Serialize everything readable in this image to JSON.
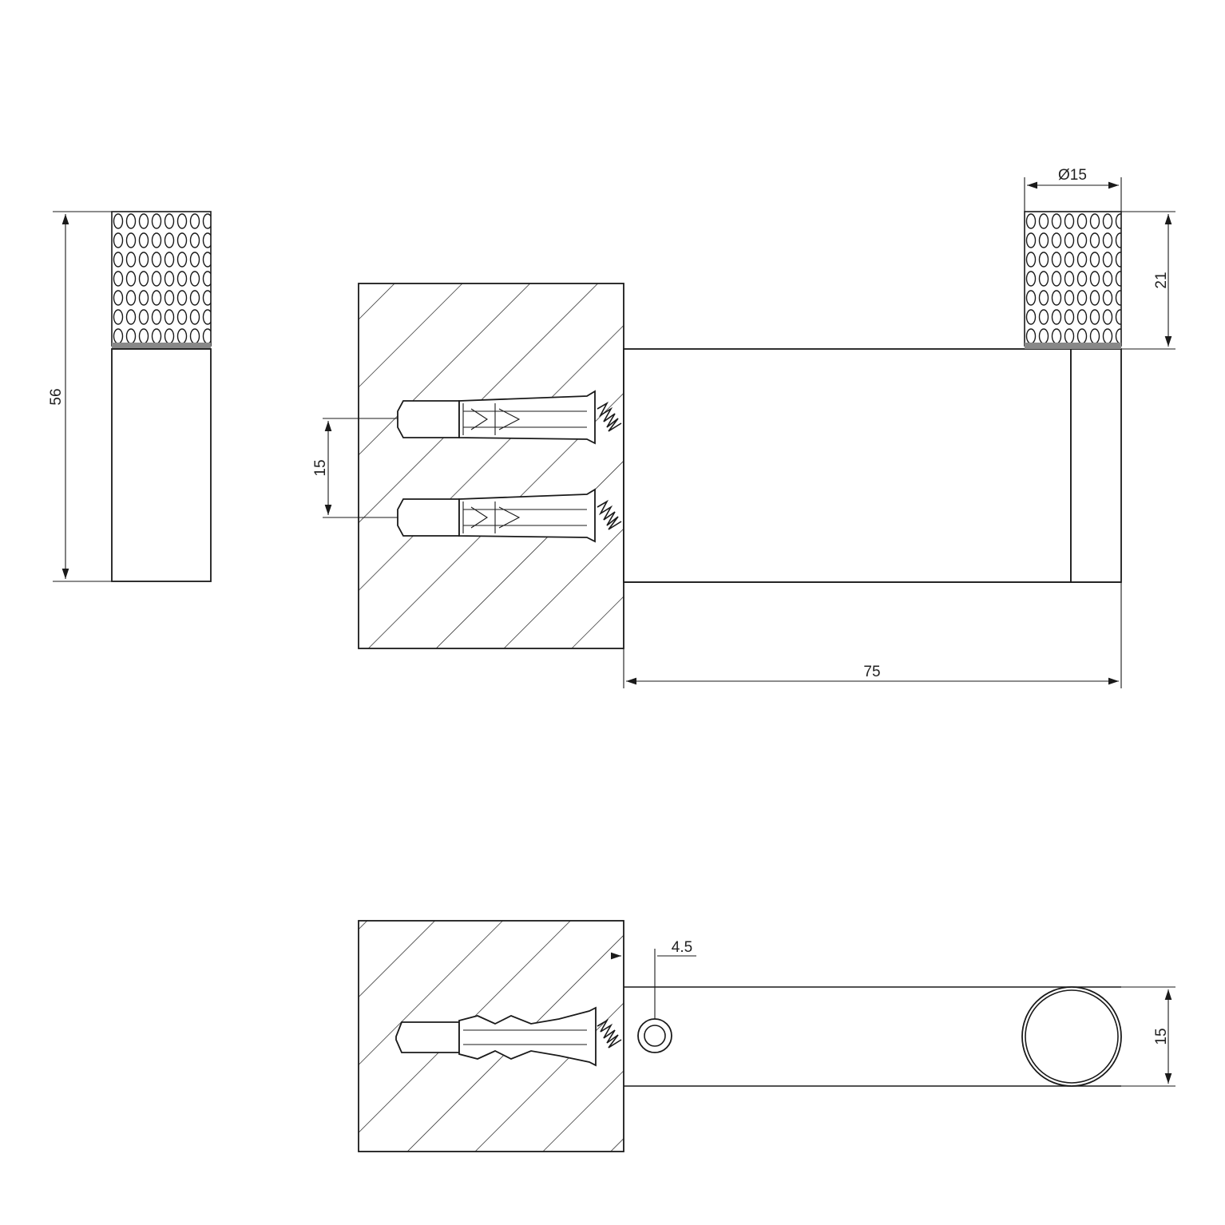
{
  "dimensions": {
    "height_total": "56",
    "knurl_diameter": "Ø15",
    "knurl_height": "21",
    "screw_spacing": "15",
    "projection": "75",
    "screw_offset": "4.5",
    "bar_width": "15"
  },
  "colors": {
    "line": "#1a1a1a",
    "background": "#ffffff"
  }
}
